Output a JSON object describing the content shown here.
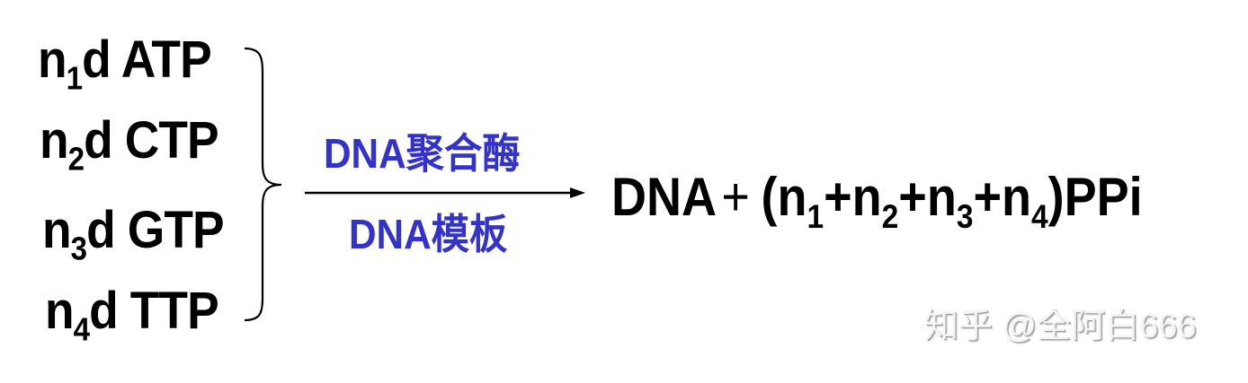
{
  "reactants": [
    {
      "coef": "n",
      "sub": "1",
      "name": "d ATP"
    },
    {
      "coef": "n",
      "sub": "2",
      "name": "d CTP"
    },
    {
      "coef": "n",
      "sub": "3",
      "name": "d GTP"
    },
    {
      "coef": "n",
      "sub": "4",
      "name": "d TTP"
    }
  ],
  "conditions": {
    "above_arrow": "DNA聚合酶",
    "below_arrow": "DNA模板"
  },
  "product": {
    "main": "DNA",
    "plus": "+",
    "byproduct_open": "(",
    "terms": [
      {
        "coef": "n",
        "sub": "1"
      },
      {
        "coef": "n",
        "sub": "2"
      },
      {
        "coef": "n",
        "sub": "3"
      },
      {
        "coef": "n",
        "sub": "4"
      }
    ],
    "term_plus": "+",
    "byproduct_close": ")",
    "byproduct_name": "PPi"
  },
  "watermark": "知乎 @全阿白666",
  "colors": {
    "text": "#000000",
    "condition": "#3333cc",
    "watermark": "#f4f4f4"
  }
}
